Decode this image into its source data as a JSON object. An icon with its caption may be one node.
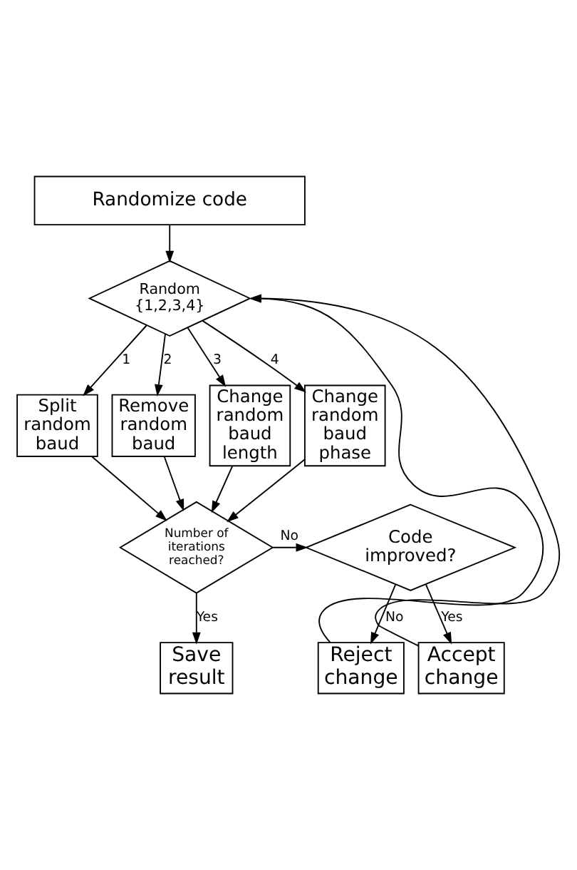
{
  "diagram": {
    "nodes": [
      {
        "text": [
          "Randomize code"
        ]
      },
      {
        "text": [
          "Random {1,2,3,4}"
        ]
      },
      {
        "text": [
          "Split random baud"
        ]
      },
      {
        "text": [
          "Remove random baud"
        ]
      },
      {
        "text": [
          "Change random baud length"
        ]
      },
      {
        "text": [
          "Change random baud phase"
        ]
      },
      {
        "text": [
          "Number of iterations reached?"
        ]
      },
      {
        "text": [
          "Code improved?"
        ]
      },
      {
        "text": [
          "Save result"
        ]
      },
      {
        "text": [
          "Reject change"
        ]
      },
      {
        "text": [
          "Accept change"
        ]
      }
    ],
    "edges": [
      {
        "from": 0,
        "to": 1,
        "arrow": "to"
      },
      {
        "from": 1,
        "to": 2,
        "arrow": "to",
        "label": "1"
      },
      {
        "from": 1,
        "to": 3,
        "arrow": "to",
        "label": "2"
      },
      {
        "from": 1,
        "to": 4,
        "arrow": "to",
        "label": "3"
      },
      {
        "from": 1,
        "to": 5,
        "arrow": "to",
        "label": "4"
      },
      {
        "from": 2,
        "to": 6,
        "arrow": "to"
      },
      {
        "from": 3,
        "to": 6,
        "arrow": "to"
      },
      {
        "from": 4,
        "to": 6,
        "arrow": "to"
      },
      {
        "from": 5,
        "to": 6,
        "arrow": "to"
      },
      {
        "from": 6,
        "to": 7,
        "arrow": "to",
        "label": "No"
      },
      {
        "from": 6,
        "to": 8,
        "arrow": "to",
        "label": "Yes"
      },
      {
        "from": 7,
        "to": 9,
        "arrow": "to",
        "label": "No"
      },
      {
        "from": 7,
        "to": 10,
        "arrow": "to",
        "label": "Yes"
      },
      {
        "from": 9,
        "to": 1,
        "arrow": "to"
      },
      {
        "from": 10,
        "to": 1,
        "arrow": "to"
      }
    ]
  }
}
